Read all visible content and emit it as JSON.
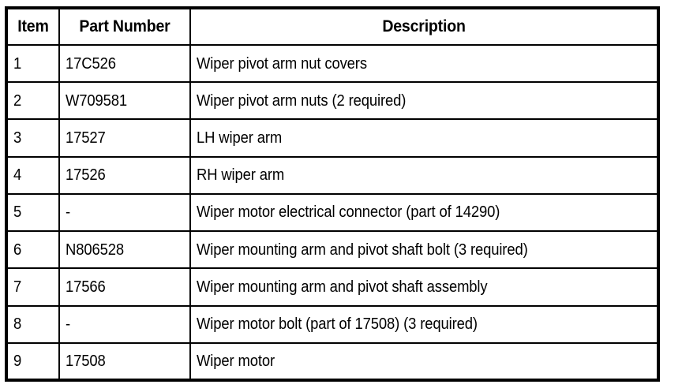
{
  "document": {
    "type": "parts-table",
    "background_color": "#ffffff",
    "text_color": "#000000",
    "border_color": "#000000"
  },
  "table": {
    "columns": [
      {
        "key": "item",
        "header": "Item",
        "align": "center"
      },
      {
        "key": "part_number",
        "header": "Part Number",
        "align": "center"
      },
      {
        "key": "description",
        "header": "Description",
        "align": "center"
      }
    ],
    "headers": {
      "item": "Item",
      "part_number": "Part Number",
      "description": "Description"
    },
    "rows": [
      {
        "item": "1",
        "part_number": "17C526",
        "description": "Wiper pivot arm nut covers"
      },
      {
        "item": "2",
        "part_number": "W709581",
        "description": "Wiper pivot arm nuts (2 required)"
      },
      {
        "item": "3",
        "part_number": "17527",
        "description": "LH wiper arm"
      },
      {
        "item": "4",
        "part_number": "17526",
        "description": "RH wiper arm"
      },
      {
        "item": "5",
        "part_number": "-",
        "description": "Wiper motor electrical connector (part of 14290)"
      },
      {
        "item": "6",
        "part_number": "N806528",
        "description": "Wiper mounting arm and pivot shaft bolt (3 required)"
      },
      {
        "item": "7",
        "part_number": "17566",
        "description": "Wiper mounting arm and pivot shaft assembly"
      },
      {
        "item": "8",
        "part_number": "-",
        "description": "Wiper motor bolt (part of 17508) (3 required)"
      },
      {
        "item": "9",
        "part_number": "17508",
        "description": "Wiper motor"
      }
    ]
  }
}
